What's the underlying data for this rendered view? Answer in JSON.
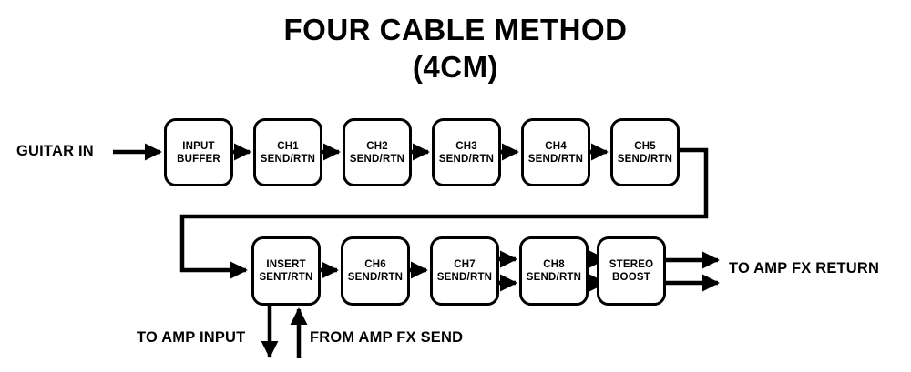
{
  "diagram": {
    "title_line1": "FOUR CABLE METHOD",
    "title_line2": "(4CM)",
    "stroke_color": "#000000",
    "background_color": "#ffffff"
  },
  "labels": {
    "guitar_in": "GUITAR IN",
    "to_amp_fx_return": "TO AMP FX RETURN",
    "to_amp_input": "TO AMP INPUT",
    "from_amp_fx_send": "FROM AMP FX SEND"
  },
  "row1": {
    "nodes": [
      {
        "line1": "INPUT",
        "line2": "BUFFER"
      },
      {
        "line1": "CH1",
        "line2": "SEND/RTN"
      },
      {
        "line1": "CH2",
        "line2": "SEND/RTN"
      },
      {
        "line1": "CH3",
        "line2": "SEND/RTN"
      },
      {
        "line1": "CH4",
        "line2": "SEND/RTN"
      },
      {
        "line1": "CH5",
        "line2": "SEND/RTN"
      }
    ]
  },
  "row2": {
    "nodes": [
      {
        "line1": "INSERT",
        "line2": "SENT/RTN"
      },
      {
        "line1": "CH6",
        "line2": "SEND/RTN"
      },
      {
        "line1": "CH7",
        "line2": "SEND/RTN"
      },
      {
        "line1": "CH8",
        "line2": "SEND/RTN"
      },
      {
        "line1": "STEREO",
        "line2": "BOOST"
      }
    ]
  }
}
